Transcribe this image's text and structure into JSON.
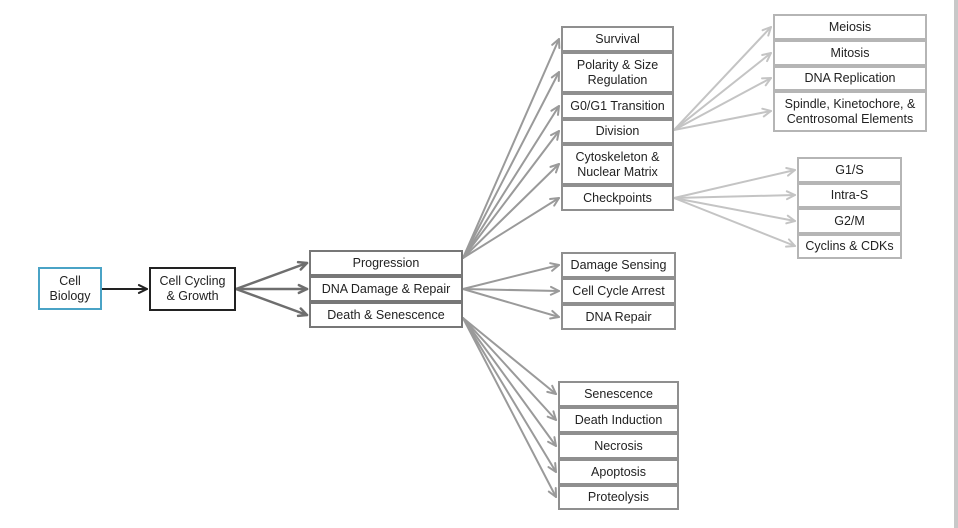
{
  "diagram": {
    "colors": {
      "root_border": "#4aa3c6",
      "level1_border": "#222222",
      "level2_border": "#777777",
      "level3_border": "#8f8f8f",
      "level4_border": "#b5b5b5",
      "arrow_dark": "#222222",
      "arrow_mid": "#6e6e6e",
      "arrow_light": "#9a9a9a",
      "arrow_lightest": "#c4c4c4"
    },
    "root": {
      "label": "Cell\nBiology"
    },
    "level1": {
      "label": "Cell Cycling\n& Growth"
    },
    "level2": [
      {
        "label": "Progression"
      },
      {
        "label": "DNA Damage & Repair"
      },
      {
        "label": "Death & Senescence"
      }
    ],
    "progression_children": [
      {
        "label": "Survival"
      },
      {
        "label": "Polarity & Size\nRegulation"
      },
      {
        "label": "G0/G1 Transition"
      },
      {
        "label": "Division"
      },
      {
        "label": "Cytoskeleton &\nNuclear Matrix"
      },
      {
        "label": "Checkpoints"
      }
    ],
    "division_children": [
      {
        "label": "Meiosis"
      },
      {
        "label": "Mitosis"
      },
      {
        "label": "DNA Replication"
      },
      {
        "label": "Spindle, Kinetochore, &\nCentrosomal Elements"
      }
    ],
    "checkpoint_children": [
      {
        "label": "G1/S"
      },
      {
        "label": "Intra-S"
      },
      {
        "label": "G2/M"
      },
      {
        "label": "Cyclins & CDKs"
      }
    ],
    "damage_children": [
      {
        "label": "Damage Sensing"
      },
      {
        "label": "Cell Cycle Arrest"
      },
      {
        "label": "DNA Repair"
      }
    ],
    "death_children": [
      {
        "label": "Senescence"
      },
      {
        "label": "Death Induction"
      },
      {
        "label": "Necrosis"
      },
      {
        "label": "Apoptosis"
      },
      {
        "label": "Proteolysis"
      }
    ]
  }
}
